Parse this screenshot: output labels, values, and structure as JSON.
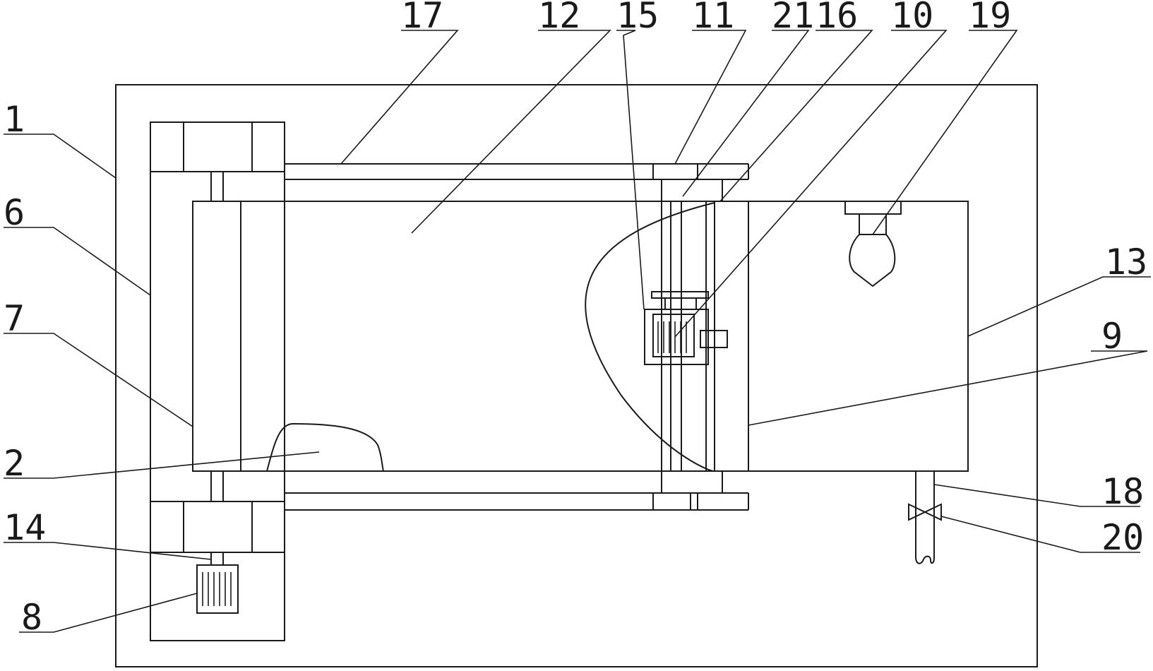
{
  "labels": {
    "l1": "1",
    "l2": "2",
    "l6": "6",
    "l7": "7",
    "l8": "8",
    "l9": "9",
    "l10": "10",
    "l11": "11",
    "l12": "12",
    "l13": "13",
    "l14": "14",
    "l15": "15",
    "l16": "16",
    "l17": "17",
    "l18": "18",
    "l19": "19",
    "l20": "20",
    "l21": "21"
  }
}
